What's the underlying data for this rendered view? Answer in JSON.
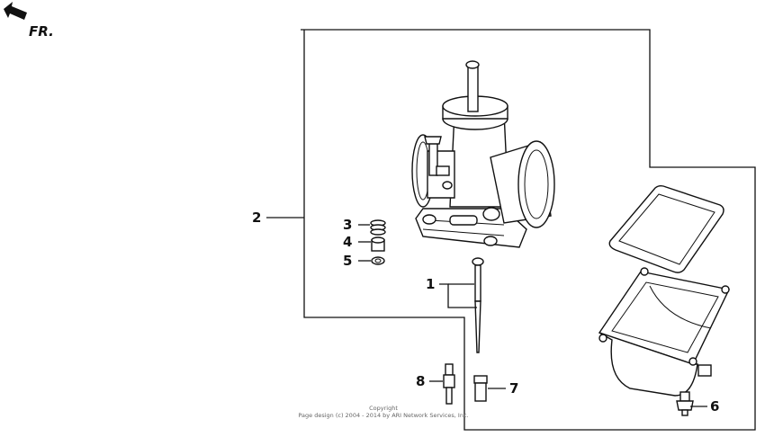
{
  "direction_label": "FR.",
  "callouts": [
    {
      "id": "1",
      "label": "1"
    },
    {
      "id": "2",
      "label": "2"
    },
    {
      "id": "3",
      "label": "3"
    },
    {
      "id": "4",
      "label": "4"
    },
    {
      "id": "5",
      "label": "5"
    },
    {
      "id": "6",
      "label": "6"
    },
    {
      "id": "7",
      "label": "7"
    },
    {
      "id": "8",
      "label": "8"
    }
  ],
  "copyright": {
    "line1": "Copyright",
    "line2": "Page design (c) 2004 - 2014 by ARI Network Services, Inc."
  }
}
